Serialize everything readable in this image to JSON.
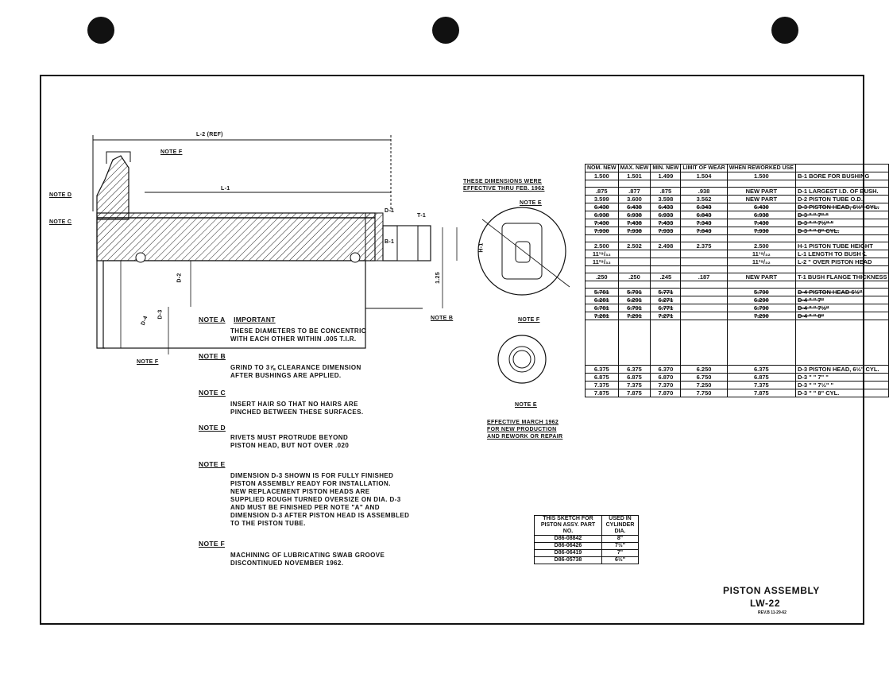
{
  "header": {
    "title": "PISTON ASSEMBLY",
    "doc_number": "LW-22",
    "revision": "REV.B 11-29-62"
  },
  "drawing_labels": {
    "l2_ref": "L-2 (REF)",
    "l1": "L-1",
    "d2": "D-2",
    "d3": "D-3",
    "d4": "D-4",
    "d1": "D-1",
    "b1": "B-1",
    "h1": "H-1",
    "dim_125": "1.25",
    "t1": "T-1",
    "note_f_top": "NOTE F",
    "note_d": "NOTE D",
    "note_c": "NOTE C",
    "note_a": "NOTE A",
    "note_b": "NOTE B",
    "note_f_bottom": "NOTE F",
    "note_e_top": "NOTE E",
    "note_f_mid": "NOTE F",
    "note_e_bottom": "NOTE E",
    "effective_old": "THESE DIMENSIONS WERE EFFECTIVE THRU FEB. 1962",
    "effective_new_1": "EFFECTIVE MARCH 1962",
    "effective_new_2": "FOR NEW PRODUCTION",
    "effective_new_3": "AND REWORK OR REPAIR"
  },
  "notes": [
    {
      "label": "NOTE A",
      "head": "IMPORTANT",
      "lines": [
        "THESE DIAMETERS TO BE CONCENTRIC",
        "WITH EACH OTHER WITHIN .005 T.I.R."
      ]
    },
    {
      "label": "NOTE B",
      "lines": [
        "GRIND TO 3⅞ CLEARANCE DIMENSION",
        "AFTER BUSHINGS ARE APPLIED."
      ]
    },
    {
      "label": "NOTE C",
      "lines": [
        "INSERT HAIR SO THAT NO HAIRS ARE",
        "PINCHED BETWEEN THESE SURFACES."
      ]
    },
    {
      "label": "NOTE D",
      "lines": [
        "RIVETS MUST PROTRUDE BEYOND",
        "PISTON HEAD, BUT NOT OVER .020"
      ]
    },
    {
      "label": "NOTE E",
      "lines": [
        "DIMENSION D-3 SHOWN IS FOR FULLY FINISHED",
        "PISTON ASSEMBLY READY FOR INSTALLATION.",
        "NEW REPLACEMENT PISTON HEADS ARE",
        "SUPPLIED ROUGH TURNED OVERSIZE ON DIA. D-3",
        "AND MUST BE FINISHED PER NOTE \"A\" AND",
        "DIMENSION D-3 AFTER PISTON HEAD IS ASSEMBLED",
        "TO THE PISTON TUBE."
      ]
    },
    {
      "label": "NOTE F",
      "lines": [
        "MACHINING OF LUBRICATING SWAB GROOVE",
        "DISCONTINUED NOVEMBER 1962."
      ]
    }
  ],
  "spec_table": {
    "headers": [
      "NOM. NEW",
      "MAX. NEW",
      "MIN. NEW",
      "LIMIT OF WEAR",
      "WHEN REWORKED USE",
      ""
    ],
    "rows": [
      [
        "1.500",
        "1.501",
        "1.499",
        "1.504",
        "1.500",
        "B-1 BORE FOR BUSHING"
      ],
      [
        ".875",
        ".877",
        ".875",
        ".938",
        "NEW PART",
        "D-1 LARGEST I.D. OF BUSH."
      ],
      [
        "3.599",
        "3.600",
        "3.598",
        "3.562",
        "NEW PART",
        "D-2 PISTON TUBE O.D."
      ],
      [
        "6.430",
        "6.438",
        "6.433",
        "6.343",
        "6.430",
        "D-3 PISTON HEAD, 6½\" CYL."
      ],
      [
        "6.938",
        "6.938",
        "6.933",
        "6.843",
        "6.938",
        "D-3 \" \" 7\" \""
      ],
      [
        "7.430",
        "7.438",
        "7.433",
        "7.343",
        "7.430",
        "D-3 \" \" 7½\" \""
      ],
      [
        "7.930",
        "7.938",
        "7.933",
        "7.843",
        "7.930",
        "D-3 \" \" 8\" CYL."
      ],
      [
        "2.500",
        "2.502",
        "2.498",
        "2.375",
        "2.500",
        "H-1 PISTON TUBE HEIGHT"
      ],
      [
        "11¹⁹/₃₂",
        "",
        "",
        "",
        "11¹⁹/₃₂",
        "L-1 LENGTH TO BUSH ℄"
      ],
      [
        "11²⁹/₃₂",
        "",
        "",
        "",
        "11²⁹/₃₂",
        "L-2 \" OVER PISTON HEAD"
      ],
      [
        ".250",
        ".250",
        ".245",
        ".187",
        "NEW PART",
        "T-1 BUSH FLANGE THICKNESS"
      ],
      [
        "5.781",
        "5.791",
        "5.771",
        "",
        "5.790",
        "D-4 PISTON HEAD 6½\""
      ],
      [
        "6.281",
        "6.291",
        "6.271",
        "",
        "6.290",
        "D-4 \" \" 7\""
      ],
      [
        "6.781",
        "6.791",
        "6.771",
        "",
        "6.790",
        "D-4 \" \" 7½\""
      ],
      [
        "7.281",
        "7.291",
        "7.271",
        "",
        "7.290",
        "D-4 \" \" 8\""
      ],
      [
        "6.375",
        "6.375",
        "6.370",
        "6.250",
        "6.375",
        "D-3 PISTON HEAD, 6½\" CYL."
      ],
      [
        "6.875",
        "6.875",
        "6.870",
        "6.750",
        "6.875",
        "D-3 \" \" 7\" \""
      ],
      [
        "7.375",
        "7.375",
        "7.370",
        "7.250",
        "7.375",
        "D-3 \" \" 7½\" \""
      ],
      [
        "7.875",
        "7.875",
        "7.870",
        "7.750",
        "7.875",
        "D-3 \" \" 8\" CYL."
      ]
    ]
  },
  "part_table": {
    "headers": [
      "THIS SKETCH FOR PISTON ASSY. PART NO.",
      "USED IN CYLINDER DIA."
    ],
    "rows": [
      [
        "D86-08842",
        "8\""
      ],
      [
        "D86-06426",
        "7½\""
      ],
      [
        "D86-06419",
        "7\""
      ],
      [
        "D86-05738",
        "6½\""
      ]
    ]
  }
}
